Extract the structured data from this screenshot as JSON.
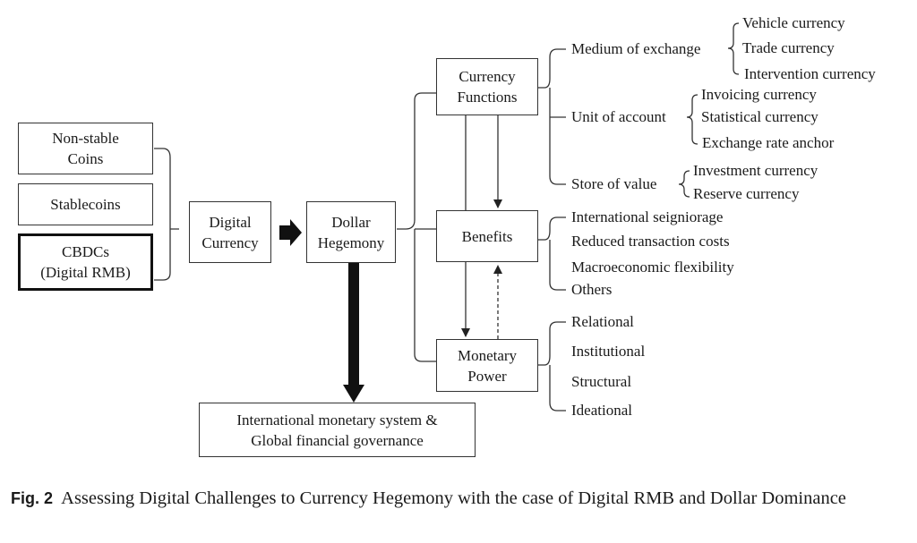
{
  "boxes": {
    "non_stable_coins": [
      "Non-stable",
      "Coins"
    ],
    "stablecoins": "Stablecoins",
    "cbdcs": [
      "CBDCs",
      "(Digital RMB)"
    ],
    "digital_currency": [
      "Digital",
      "Currency"
    ],
    "dollar_hegemony": [
      "Dollar",
      "Hegemony"
    ],
    "currency_functions": [
      "Currency",
      "Functions"
    ],
    "benefits": "Benefits",
    "monetary_power": [
      "Monetary",
      "Power"
    ],
    "ims": [
      "International monetary system &",
      "Global financial governance"
    ]
  },
  "currency_functions": {
    "medium_of_exchange": {
      "label": "Medium of exchange",
      "items": [
        "Vehicle currency",
        "Trade currency",
        "Intervention currency"
      ]
    },
    "unit_of_account": {
      "label": "Unit of account",
      "items": [
        "Invoicing currency",
        "Statistical currency",
        "Exchange rate anchor"
      ]
    },
    "store_of_value": {
      "label": "Store of value",
      "items": [
        "Investment currency",
        "Reserve currency"
      ]
    }
  },
  "benefits_items": [
    "International seigniorage",
    "Reduced transaction costs",
    "Macroeconomic flexibility",
    "Others"
  ],
  "power_items": [
    "Relational",
    "Institutional",
    "Structural",
    "Ideational"
  ],
  "caption": {
    "fig": "Fig. 2",
    "text": "Assessing Digital Challenges to Currency Hegemony with the case of Digital RMB and Dollar Dominance"
  }
}
